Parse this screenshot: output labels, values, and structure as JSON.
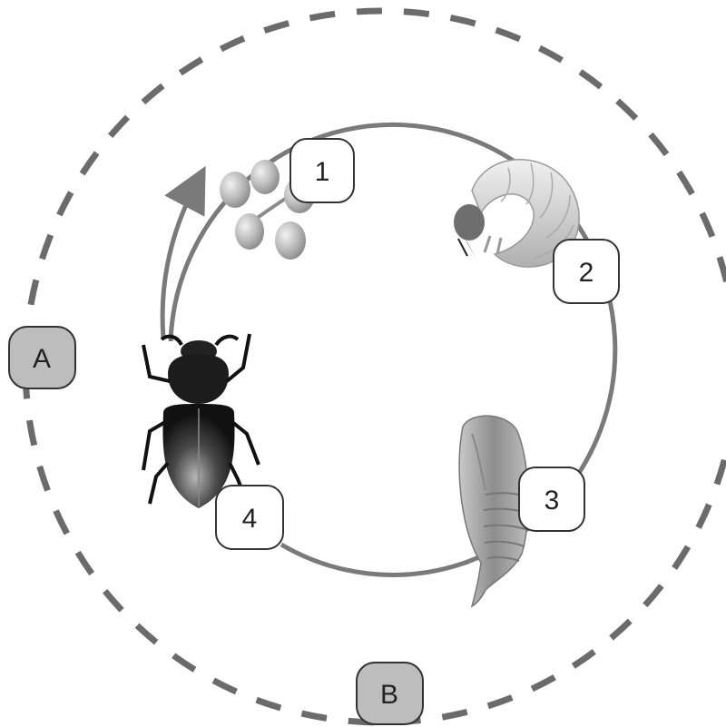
{
  "outer_cycle": {
    "label_a": "A",
    "label_b": "B"
  },
  "stages": [
    {
      "number": "1",
      "name": "egg"
    },
    {
      "number": "2",
      "name": "larva"
    },
    {
      "number": "3",
      "name": "pupa"
    },
    {
      "number": "4",
      "name": "adult"
    }
  ],
  "colors": {
    "dash": "#6b6b6b",
    "cycle_line": "#7a7a7a",
    "label_box_fill_outer": "#bdbdbd",
    "label_box_fill_inner": "#ffffff",
    "label_box_stroke": "#333333"
  }
}
